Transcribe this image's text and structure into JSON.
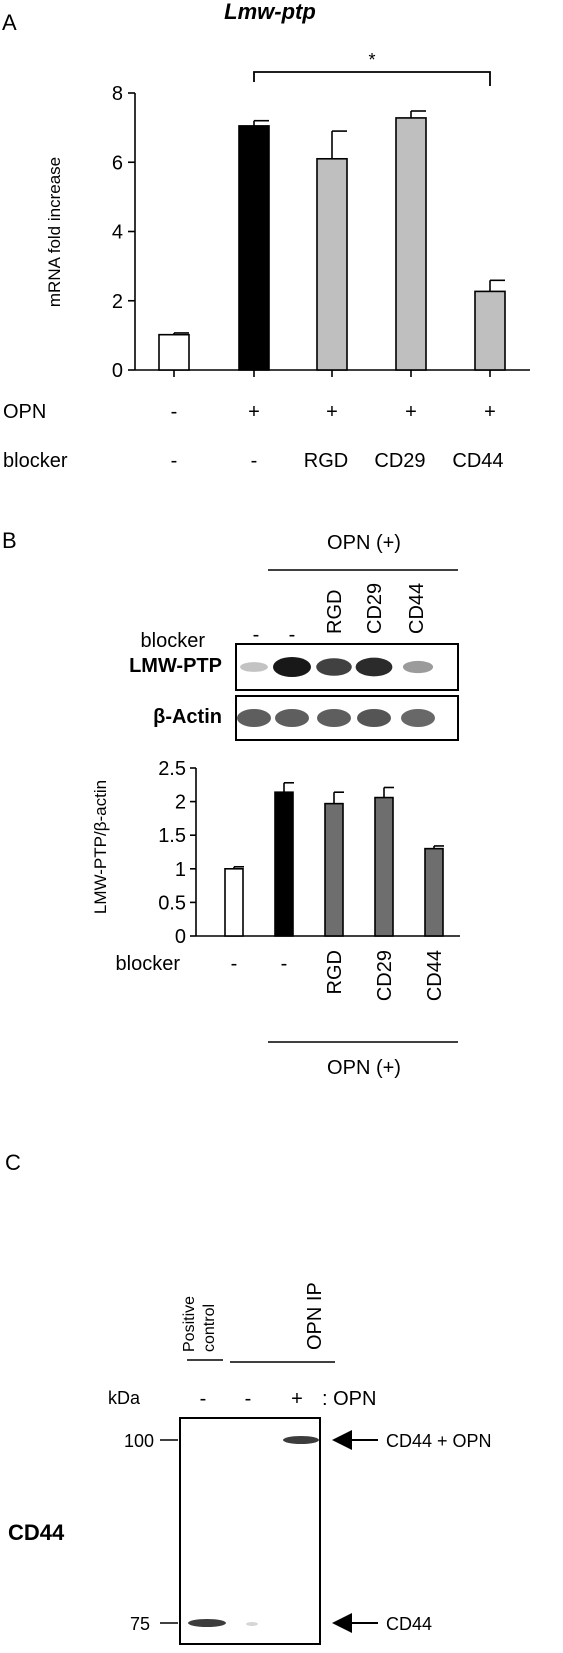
{
  "panel_a": {
    "letter": "A",
    "chart_data": {
      "type": "bar",
      "title": "Lmw-ptp",
      "ylabel": "mRNA fold increase",
      "ylim": [
        0,
        8
      ],
      "yticks": [
        0,
        2,
        4,
        6,
        8
      ],
      "categories": [
        "-/-",
        "+/-",
        "+/RGD",
        "+/CD29",
        "+/CD44"
      ],
      "values": [
        1.02,
        7.05,
        6.1,
        7.28,
        2.27
      ],
      "errors": [
        0.05,
        0.15,
        0.8,
        0.2,
        0.32
      ],
      "colors": [
        "#ffffff",
        "#000000",
        "#bfbfbf",
        "#bfbfbf",
        "#bfbfbf"
      ],
      "significance": "*",
      "grid": false
    },
    "row_labels": [
      "OPN",
      "blocker"
    ],
    "opn_row": [
      "-",
      "+",
      "+",
      "+",
      "+"
    ],
    "blocker_row": [
      "-",
      "-",
      "RGD",
      "CD29",
      "CD44"
    ]
  },
  "panel_b": {
    "letter": "B",
    "header": "OPN (+)",
    "blocker_label": "blocker",
    "blot_lanes": [
      "-",
      "-",
      "RGD",
      "CD29",
      "CD44"
    ],
    "blot_rows": [
      "LMW-PTP",
      "β-Actin"
    ],
    "lmw_intensity": [
      0.15,
      1.0,
      0.8,
      0.9,
      0.35
    ],
    "actin_intensity": [
      0.8,
      0.8,
      0.8,
      0.85,
      0.75
    ],
    "chart_data": {
      "type": "bar",
      "ylabel": "LMW-PTP/β-actin",
      "ylim": [
        0,
        2.5
      ],
      "yticks": [
        "0",
        "0.5",
        "1",
        "1.5",
        "2",
        "2.5"
      ],
      "categories": [
        "-",
        "-",
        "RGD",
        "CD29",
        "CD44"
      ],
      "values": [
        1.0,
        2.14,
        1.97,
        2.06,
        1.3
      ],
      "errors": [
        0.03,
        0.14,
        0.17,
        0.15,
        0.04
      ],
      "colors": [
        "#ffffff",
        "#000000",
        "#6e6e6e",
        "#6e6e6e",
        "#6e6e6e"
      ],
      "grid": false
    },
    "footer": "OPN (+)"
  },
  "panel_c": {
    "letter": "C",
    "positive_control": [
      "Positive",
      "control"
    ],
    "ip_label": "OPN IP",
    "kda_label": "kDa",
    "lanes": [
      "-",
      "-",
      "+"
    ],
    "opn_suffix": ": OPN",
    "markers": [
      "100",
      "75"
    ],
    "row_label": "CD44",
    "arrow_labels": [
      "CD44 + OPN",
      "CD44"
    ]
  }
}
